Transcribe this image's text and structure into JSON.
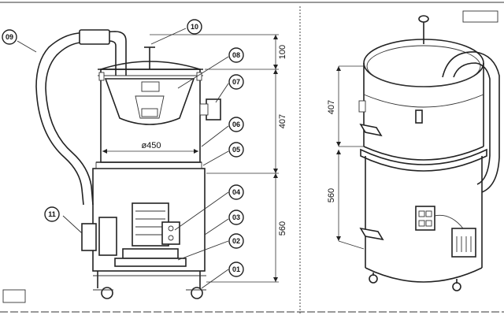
{
  "views": {
    "front": {
      "callouts": [
        {
          "id": "01",
          "label": "01"
        },
        {
          "id": "02",
          "label": "02"
        },
        {
          "id": "03",
          "label": "03"
        },
        {
          "id": "04",
          "label": "04"
        },
        {
          "id": "05",
          "label": "05"
        },
        {
          "id": "06",
          "label": "06"
        },
        {
          "id": "07",
          "label": "07"
        },
        {
          "id": "08",
          "label": "08"
        },
        {
          "id": "09",
          "label": "09"
        },
        {
          "id": "10",
          "label": "10"
        },
        {
          "id": "11",
          "label": "11"
        }
      ],
      "dimensions": {
        "diameter": "ø450",
        "upper_height": "407",
        "lower_height": "560",
        "lid_height": "100"
      }
    },
    "iso": {
      "dimensions": {
        "upper_height": "407",
        "lower_height": "560"
      }
    }
  }
}
